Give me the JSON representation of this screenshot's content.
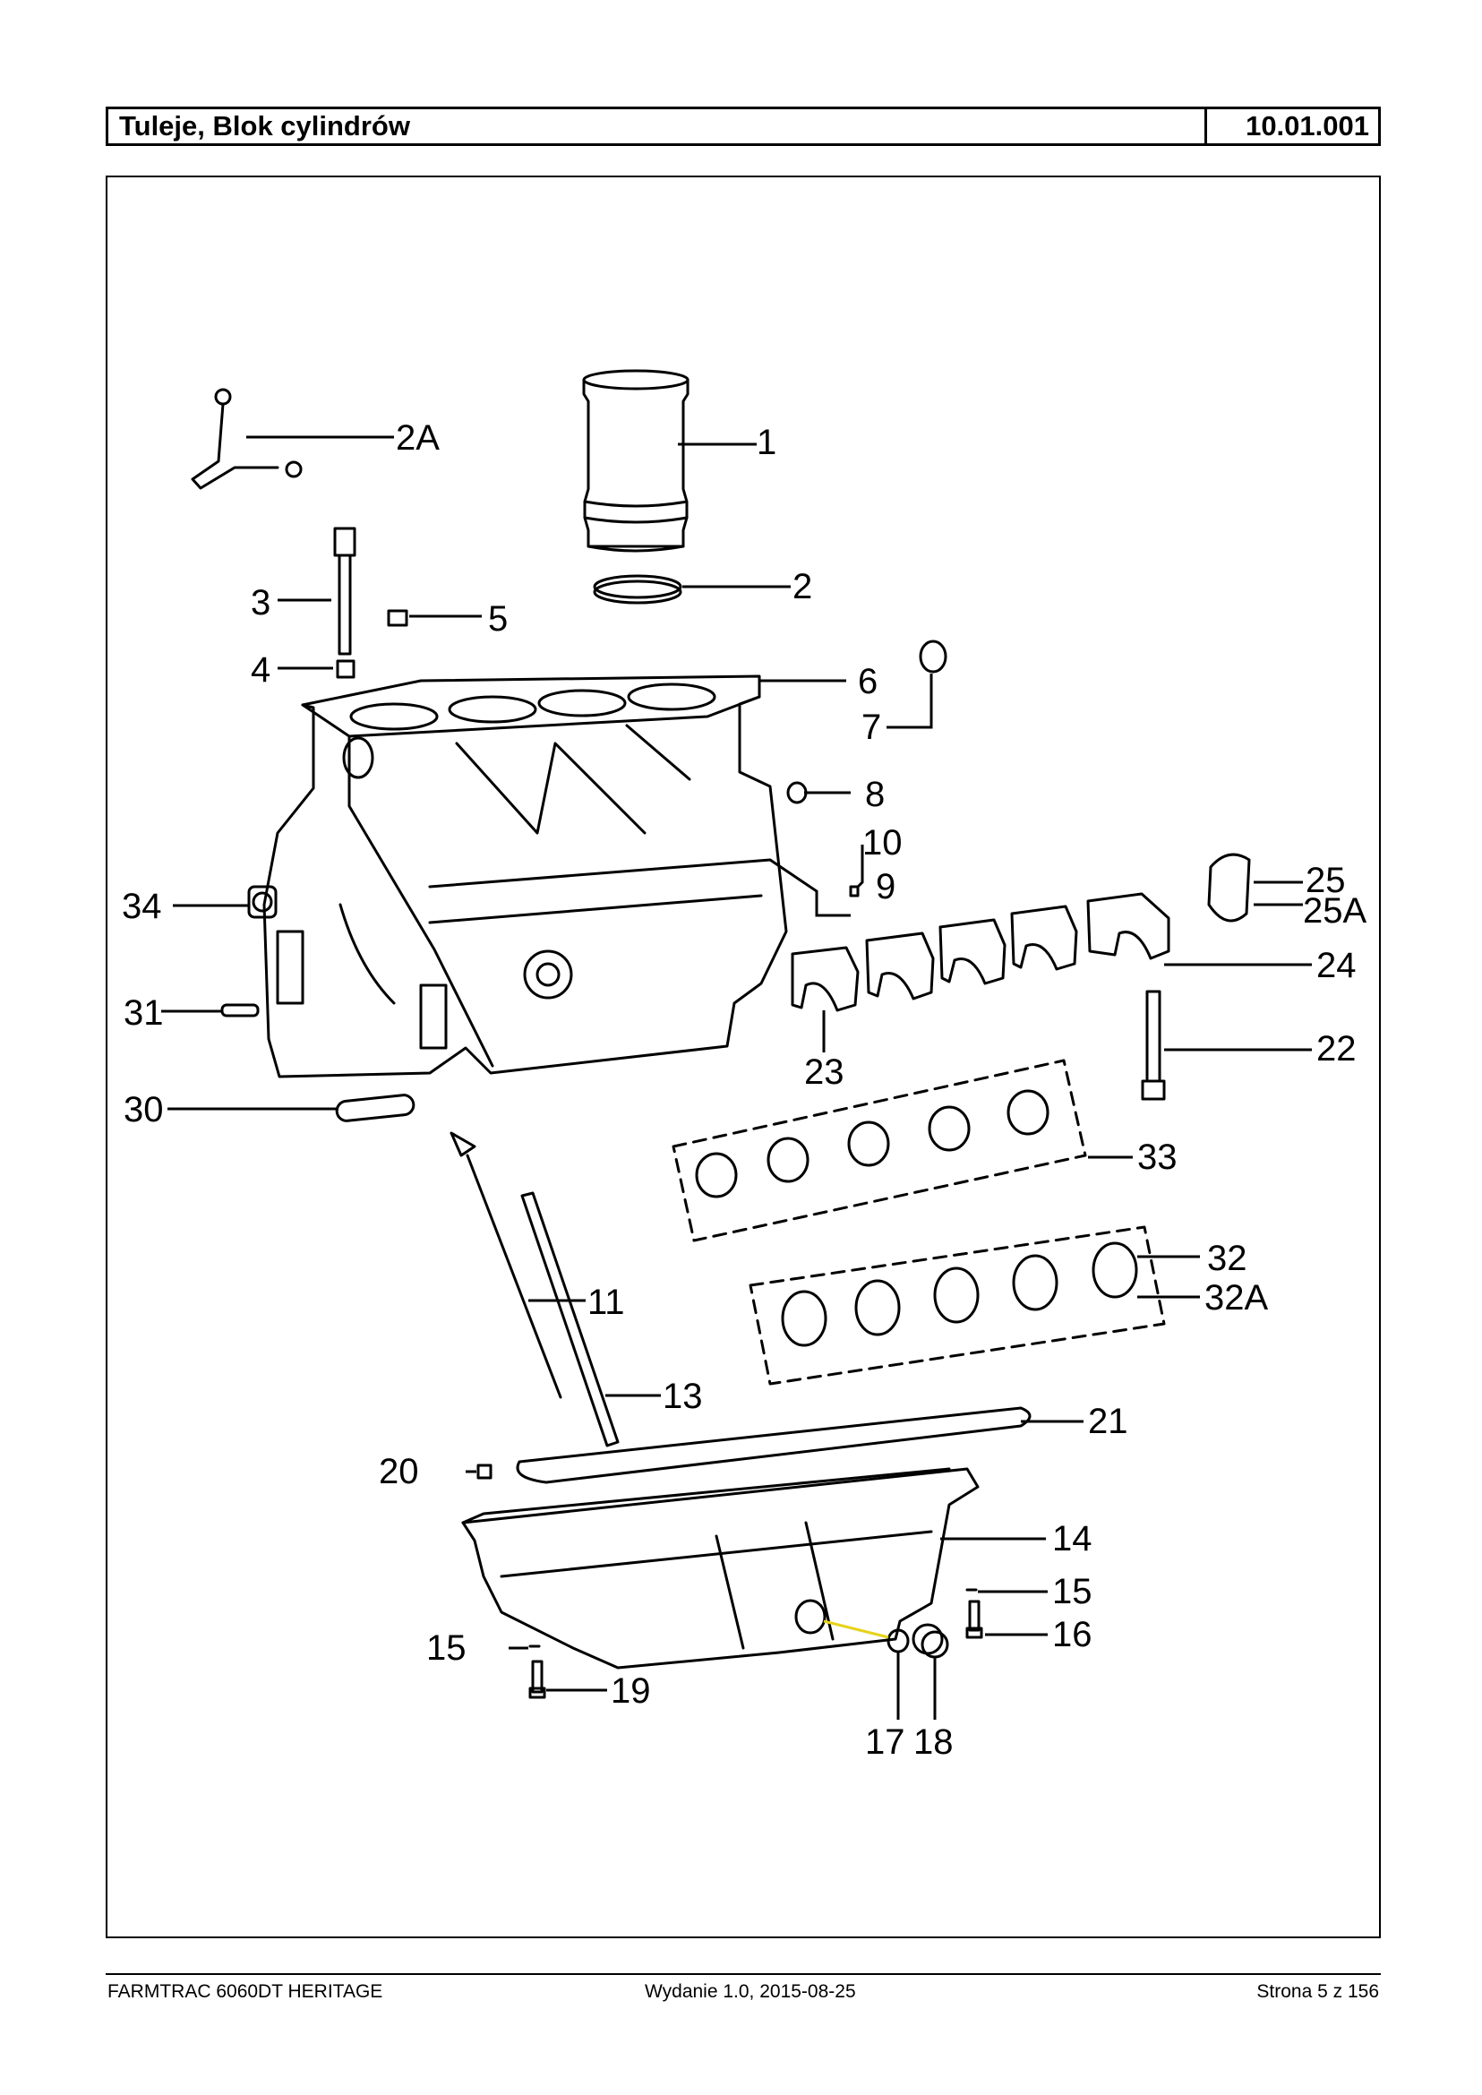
{
  "header": {
    "title": "Tuleje, Blok cylindrów",
    "code": "10.01.001"
  },
  "callouts": [
    "1",
    "2",
    "2A",
    "3",
    "4",
    "5",
    "6",
    "7",
    "8",
    "9",
    "10",
    "11",
    "13",
    "14",
    "15",
    "15",
    "16",
    "17",
    "18",
    "19",
    "20",
    "21",
    "22",
    "23",
    "24",
    "25",
    "25A",
    "30",
    "31",
    "32",
    "32A",
    "33",
    "34"
  ],
  "footer": {
    "model": "FARMTRAC 6060DT HERITAGE",
    "edition": "Wydanie 1.0,  2015-08-25",
    "page": "Strona 5 z 156"
  }
}
